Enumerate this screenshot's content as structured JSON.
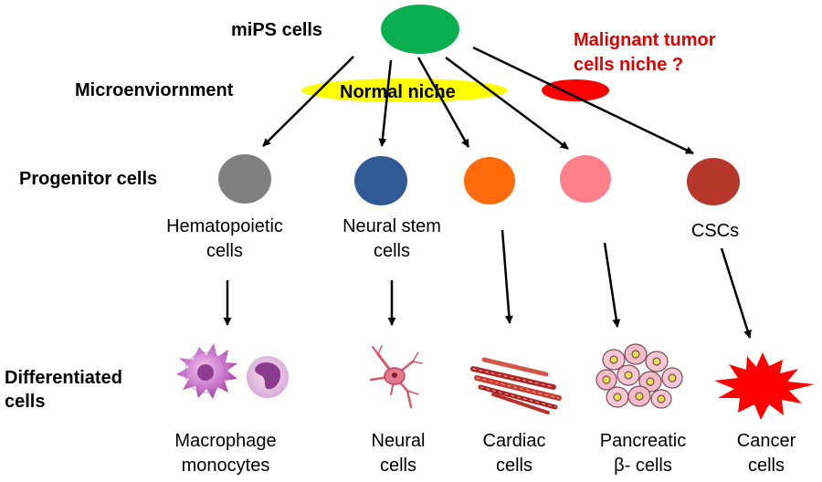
{
  "diagram": {
    "rows": {
      "origin": "miPS cells",
      "microenvironment": "Microenviornment",
      "progenitor": "Progenitor cells",
      "differentiated_line1": "Differentiated",
      "differentiated_line2": "cells"
    },
    "niches": {
      "normal": "Normal niche",
      "tumor_line1": "Malignant  tumor",
      "tumor_line2": "cells niche ?"
    },
    "progenitors": [
      {
        "line1": "Hematopoietic",
        "line2": "cells",
        "color": "#808080"
      },
      {
        "line1": "Neural stem",
        "line2": "cells",
        "color": "#2F5A93"
      },
      {
        "line1": "",
        "line2": "",
        "color": "#FF6A0A"
      },
      {
        "line1": "",
        "line2": "",
        "color": "#FF7F8A"
      },
      {
        "line1": "CSCs",
        "line2": "",
        "color": "#B5362B"
      }
    ],
    "differentiated": [
      {
        "line1": "Macrophage",
        "line2": "monocytes",
        "icon": "macrophage-monocyte-icon"
      },
      {
        "line1": "Neural",
        "line2": "cells",
        "icon": "neuron-icon"
      },
      {
        "line1": "Cardiac",
        "line2": "cells",
        "icon": "cardiac-fiber-icon"
      },
      {
        "line1": "Pancreatic",
        "line2": "β- cells",
        "icon": "pancreatic-cluster-icon"
      },
      {
        "line1": "Cancer",
        "line2": "cells",
        "icon": "cancer-starburst-icon"
      }
    ],
    "colors": {
      "mips": "#0AAF4F",
      "normal_niche": "#FFFF00",
      "tumor_niche": "#FF0000",
      "tumor_text": "#E00000",
      "arrows": "#000000"
    }
  }
}
